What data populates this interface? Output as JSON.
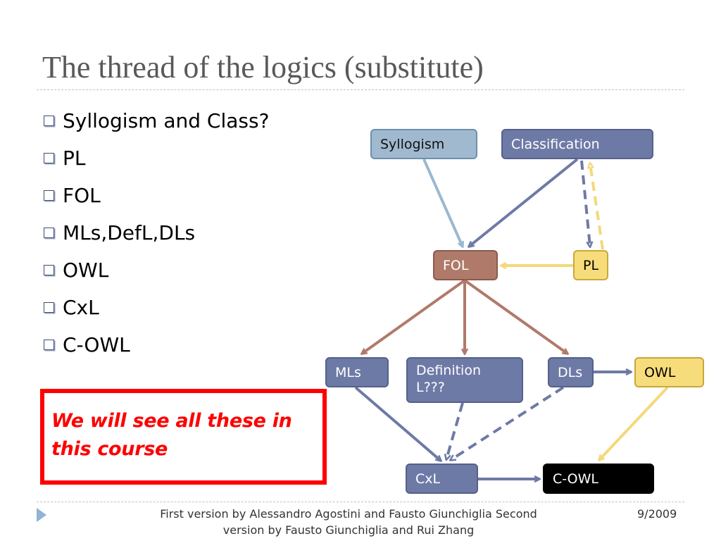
{
  "slide": {
    "title": "The thread of the logics (substitute)",
    "bullets": [
      "Syllogism and Class?",
      "PL",
      "FOL",
      "MLs,DefL,DLs",
      "OWL",
      "CxL",
      "C-OWL"
    ],
    "note": "We will see all these in this course",
    "footer": "First version by Alessandro Agostini and Fausto Giunchiglia  Second version by Fausto Giunchiglia and Rui Zhang",
    "date": "9/2009"
  },
  "diagram": {
    "nodes": {
      "syllogism": "Syllogism",
      "classification": "Classification",
      "fol": "FOL",
      "pl": "PL",
      "mls": "MLs",
      "definition": "Definition L???",
      "dls": "DLs",
      "owl": "OWL",
      "cxl": "CxL",
      "cowl": "C-OWL"
    },
    "edge_colors": {
      "slate": "#6e7aa6",
      "light_blue": "#9bb8d1",
      "brown": "#b07a6a",
      "yellow": "#f3d97a"
    }
  }
}
